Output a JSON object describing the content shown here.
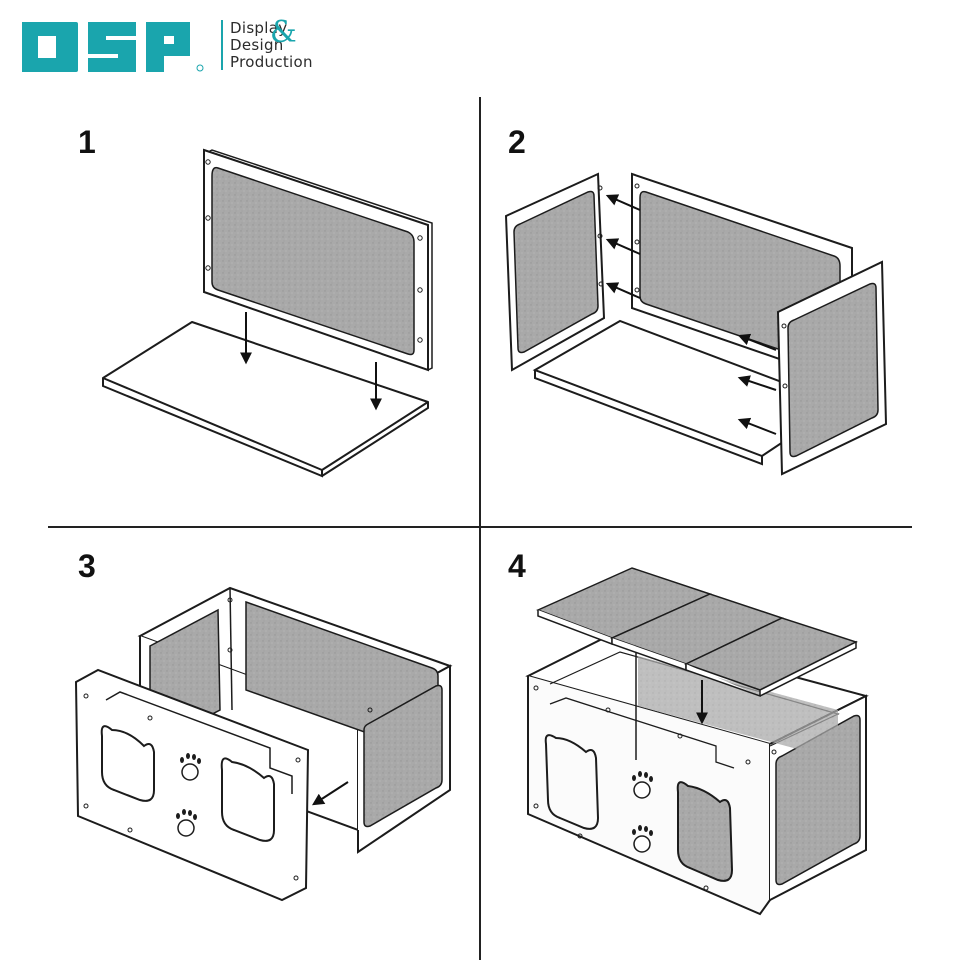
{
  "brand": {
    "logo_letters": "DSP",
    "line1": "Display",
    "line2": "Design",
    "line3": "Production",
    "ampersand": "&",
    "accent_color": "#1aa5ad"
  },
  "steps": [
    {
      "number": "1",
      "icon": "base-and-back-panel-assembly"
    },
    {
      "number": "2",
      "icon": "side-panels-attach"
    },
    {
      "number": "3",
      "icon": "front-panel-with-cat-windows"
    },
    {
      "number": "4",
      "icon": "top-scratch-pads-placement"
    }
  ],
  "colors": {
    "felt": "#a7a7a7",
    "line": "#1c1c1c",
    "background": "#ffffff"
  }
}
